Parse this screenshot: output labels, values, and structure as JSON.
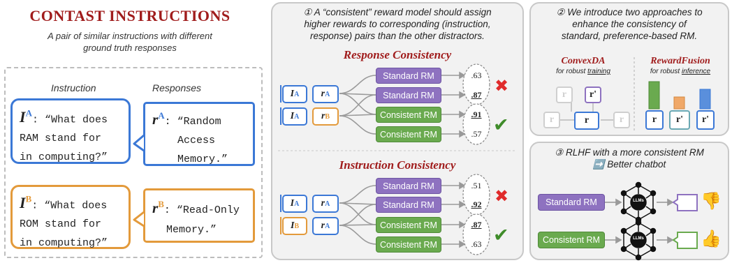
{
  "left": {
    "title": "CONTAST INSTRUCTIONS",
    "subtitle_line1": "A pair of similar instructions with different",
    "subtitle_line2": "ground truth responses",
    "col_instruction": "Instruction",
    "col_responses": "Responses",
    "inst_a_label": "I",
    "inst_a_sup": "A",
    "inst_a_line1": ": “What does",
    "inst_a_line2": "RAM stand for",
    "inst_a_line3": "in computing?”",
    "resp_a_label": "r",
    "resp_a_sup": "A",
    "resp_a_line1": ": “Random",
    "resp_a_line2": "Access",
    "resp_a_line3": "Memory.”",
    "inst_b_label": "I",
    "inst_b_sup": "B",
    "inst_b_line1": ": “What does",
    "inst_b_line2": "ROM stand for",
    "inst_b_line3": "in computing?”",
    "resp_b_label": "r",
    "resp_b_sup": "B",
    "resp_b_line1": ": “Read-Only",
    "resp_b_line2": "Memory.”"
  },
  "middle": {
    "step_line1": "① A “consistent” reward model should assign",
    "step_line2": "higher rewards to corresponding (instruction,",
    "step_line3": "response) pairs than the other distractors.",
    "response_heading": "Response Consistency",
    "instruction_heading": "Instruction Consistency",
    "std_rm": "Standard RM",
    "con_rm": "Consistent RM",
    "resp_scores": [
      ".63",
      ".87",
      ".91",
      ".57"
    ],
    "inst_scores": [
      ".51",
      ".92",
      ".87",
      ".63"
    ],
    "cross": "✖",
    "check": "✔"
  },
  "top_right": {
    "step_line1": "② We introduce two approaches to",
    "step_line2": "enhance the consistency of",
    "step_line3": "standard, preference-based RM.",
    "convex_title": "ConvexDA",
    "convex_sub_prefix": "for robust ",
    "convex_sub_link": "training",
    "fusion_title": "RewardFusion",
    "fusion_sub_prefix": "for robust ",
    "fusion_sub_link": "inference",
    "chip_r": "r",
    "chip_rp": "r'"
  },
  "bottom_right": {
    "step_line1": "③ RLHF with a more consistent RM",
    "step_line2": "➡️ Better chatbot",
    "std_rm": "Standard RM",
    "con_rm": "Consistent RM",
    "llm_label": "LLMs",
    "thumbs_down": "👎",
    "thumbs_up": "👍"
  },
  "colors": {
    "title_red": "#a01c1c",
    "blue": "#3b78d6",
    "orange": "#e39a3b",
    "purple": "#8e72c0",
    "green": "#6aaa4f"
  }
}
